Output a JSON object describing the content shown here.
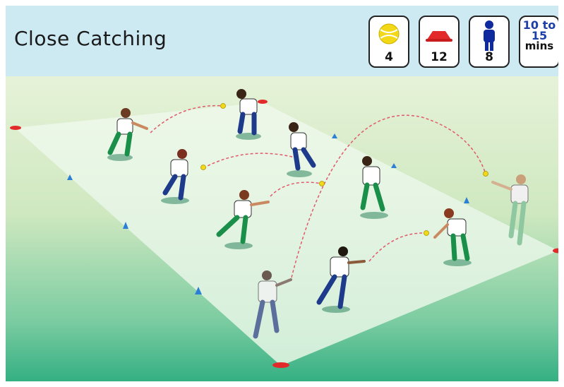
{
  "title": "Close Catching",
  "badges": {
    "balls": {
      "icon": "tennis-ball-icon",
      "value": "4"
    },
    "cones": {
      "icon": "red-cone-icon",
      "value": "12"
    },
    "players": {
      "icon": "player-silhouette-icon",
      "value": "8"
    },
    "time": {
      "line1": "10 to",
      "line2": "15",
      "unit": "mins"
    }
  },
  "colors": {
    "header_bg": "#cde9f2",
    "grass_light": "#e3f1d6",
    "grass_dark": "#3fb487",
    "pitch": "#f3faf0",
    "marker_red": "#e32a2a",
    "cone_blue": "#2b7fd6",
    "ball_yellow": "#f2d816",
    "player_blue": "#0e2a9e",
    "time_blue": "#1d3fa8"
  }
}
